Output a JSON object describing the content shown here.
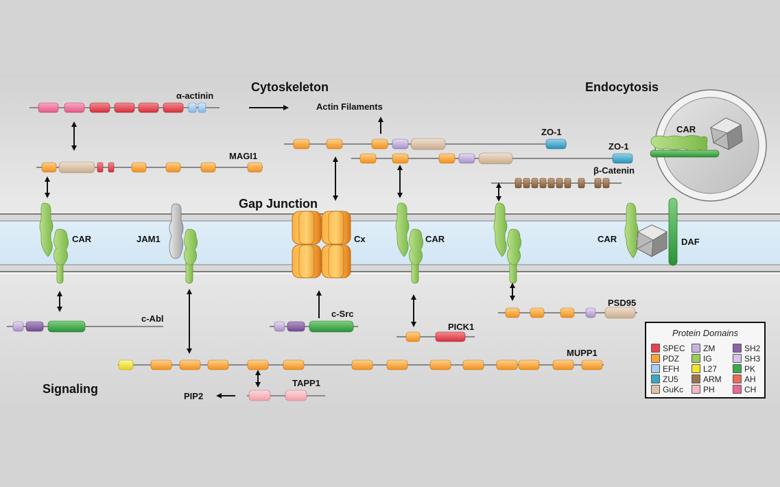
{
  "sections": {
    "cytoskeleton": "Cytoskeleton",
    "endocytosis": "Endocytosis",
    "gap_junction": "Gap Junction",
    "signaling": "Signaling"
  },
  "proteins": {
    "alpha_actinin": "α-actinin",
    "actin_filaments": "Actin Filaments",
    "zo1_a": "ZO-1",
    "zo1_b": "ZO-1",
    "magi1": "MAGI1",
    "beta_catenin": "β-Catenin",
    "car_endo": "CAR",
    "car_1": "CAR",
    "jam1": "JAM1",
    "cx": "Cx",
    "car_2": "CAR",
    "car_3": "CAR",
    "daf": "DAF",
    "c_abl": "c-Abl",
    "c_src": "c-Src",
    "pick1": "PICK1",
    "psd95": "PSD95",
    "mupp1": "MUPP1",
    "tapp1": "TAPP1",
    "pip2": "PIP2"
  },
  "legend": {
    "title": "Protein Domains",
    "items": [
      {
        "label": "SPEC",
        "color": "#e8424e"
      },
      {
        "label": "ZM",
        "color": "#c8b3de"
      },
      {
        "label": "SH2",
        "color": "#8a64a8"
      },
      {
        "label": "PDZ",
        "color": "#f7a43a"
      },
      {
        "label": "IG",
        "color": "#9ccc5c"
      },
      {
        "label": "SH3",
        "color": "#d7c4ea"
      },
      {
        "label": "EFH",
        "color": "#a8cdef"
      },
      {
        "label": "L27",
        "color": "#f2e628"
      },
      {
        "label": "PK",
        "color": "#3aaa4a"
      },
      {
        "label": "ZU5",
        "color": "#3aa6c8"
      },
      {
        "label": "ARM",
        "color": "#9a7450"
      },
      {
        "label": "AH",
        "color": "#f26a55"
      },
      {
        "label": "GuKc",
        "color": "#dcc3a8"
      },
      {
        "label": "PH",
        "color": "#f8b8bf"
      },
      {
        "label": "CH",
        "color": "#ef6591"
      }
    ]
  }
}
